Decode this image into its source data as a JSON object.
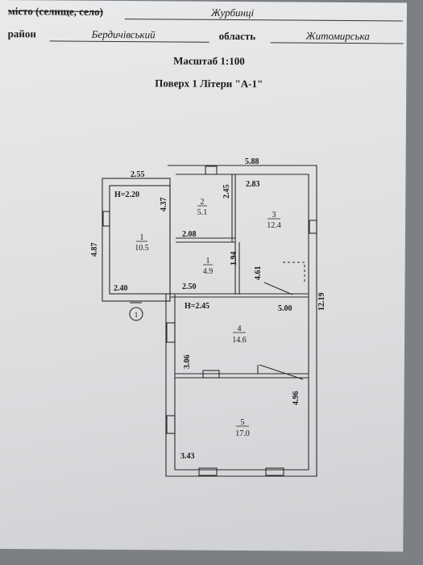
{
  "header": {
    "settlement_label": "місто (селище, село)",
    "settlement_value": "Журбинці",
    "district_label": "район",
    "district_value": "Бердичівський",
    "region_label": "область",
    "region_value": "Житомирська",
    "scale": "Масштаб 1:100",
    "floor_title": "Поверх 1 Літери \"А-1\""
  },
  "plan": {
    "dimensions": {
      "top_left": "2.55",
      "top_right": "5.88",
      "left_side": "4.87",
      "right_side": "12.19",
      "room1_top": "4.37",
      "room2_side": "2.45",
      "room3_top": "2.83",
      "lobby_top": "2.08",
      "lobby_side": "1.94",
      "room3_side": "4.61",
      "bottom_left": "2.40",
      "lobby_bottom": "2.50",
      "room4_right": "5.00",
      "room4_left": "3.06",
      "room5_right": "4.96",
      "room5_bottom": "3.43"
    },
    "heights": {
      "h1": "H=2.20",
      "h2": "H=2.45"
    },
    "rooms": [
      {
        "num": "1",
        "area": "10.5"
      },
      {
        "num": "2",
        "area": "5.1"
      },
      {
        "num": "3",
        "area": "12.4"
      },
      {
        "num": "1",
        "area": "4.9"
      },
      {
        "num": "4",
        "area": "14.6"
      },
      {
        "num": "5",
        "area": "17.0"
      }
    ],
    "entrance_marker": "1"
  }
}
